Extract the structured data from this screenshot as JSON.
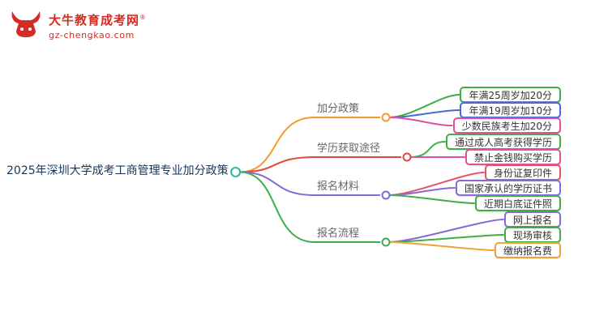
{
  "logo": {
    "title": "大牛教育成考网",
    "reg": "®",
    "subtitle": "gz-chengkao.com",
    "color": "#d42b22"
  },
  "root": {
    "label": "2025年深圳大学成考工商管理专业加分政策",
    "color": "#16355c",
    "hub_color": "#2fb5a3"
  },
  "branches": [
    {
      "label": "加分政策",
      "color": "#f59b2d",
      "children": [
        {
          "label": "年满25周岁加20分",
          "color": "#3fae49"
        },
        {
          "label": "年满19周岁加10分",
          "color": "#4a68d8"
        },
        {
          "label": "少数民族考生加20分",
          "color": "#e0519c"
        }
      ]
    },
    {
      "label": "学历获取途径",
      "color": "#e2483d",
      "children": [
        {
          "label": "通过成人高考获得学历",
          "color": "#3fae49"
        },
        {
          "label": "禁止金钱购买学历",
          "color": "#e0519c"
        }
      ]
    },
    {
      "label": "报名材料",
      "color": "#8a68d6",
      "children": [
        {
          "label": "身份证复印件",
          "color": "#e25563"
        },
        {
          "label": "国家承认的学历证书",
          "color": "#8a68d6"
        },
        {
          "label": "近期白底证件照",
          "color": "#3fae49"
        }
      ]
    },
    {
      "label": "报名流程",
      "color": "#3bae4f",
      "children": [
        {
          "label": "网上报名",
          "color": "#8a68d6"
        },
        {
          "label": "现场审核",
          "color": "#3fae49"
        },
        {
          "label": "缴纳报名费",
          "color": "#f0a13a"
        }
      ]
    }
  ]
}
